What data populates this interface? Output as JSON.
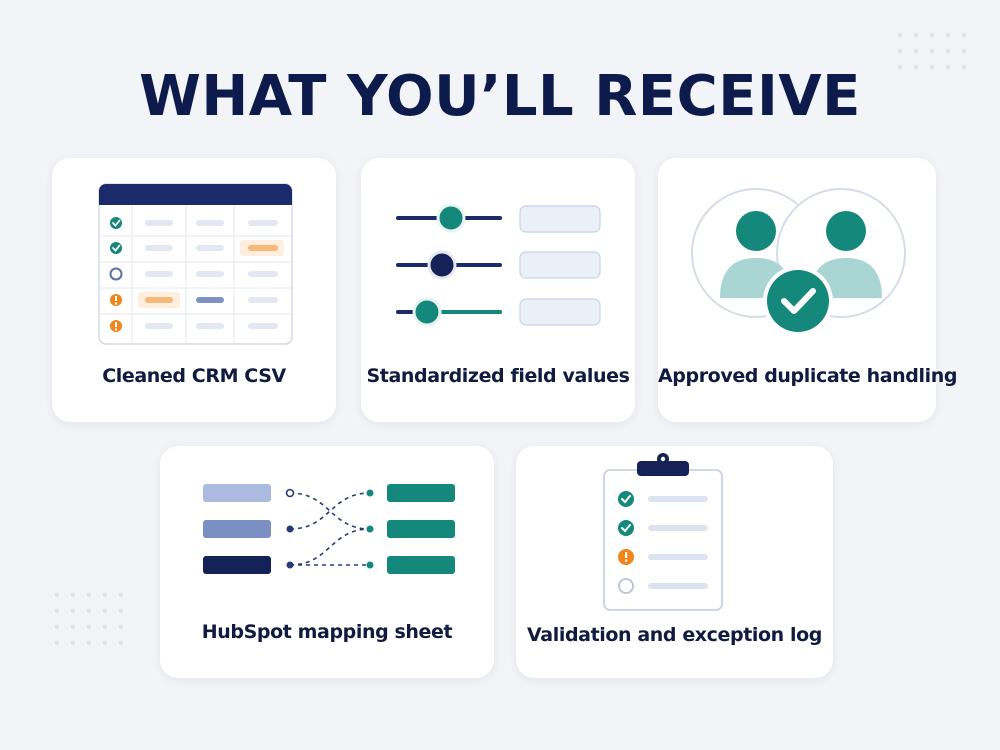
{
  "page": {
    "title": "WHAT YOU’LL RECEIVE"
  },
  "colors": {
    "navy": "#1b2a6b",
    "teal": "#14887a",
    "orange": "#f0851e",
    "light_bar": "#e4e9f2",
    "background": "#f3f4f7"
  },
  "cards": [
    {
      "label": "Cleaned CRM CSV",
      "icon": "spreadsheet-icon"
    },
    {
      "label": "Standardized field values",
      "icon": "sliders-icon"
    },
    {
      "label": "Approved duplicate handling",
      "icon": "duplicate-users-icon"
    },
    {
      "label": "HubSpot mapping sheet",
      "icon": "field-mapping-icon"
    },
    {
      "label": "Validation and exception log",
      "icon": "clipboard-checklist-icon"
    }
  ]
}
